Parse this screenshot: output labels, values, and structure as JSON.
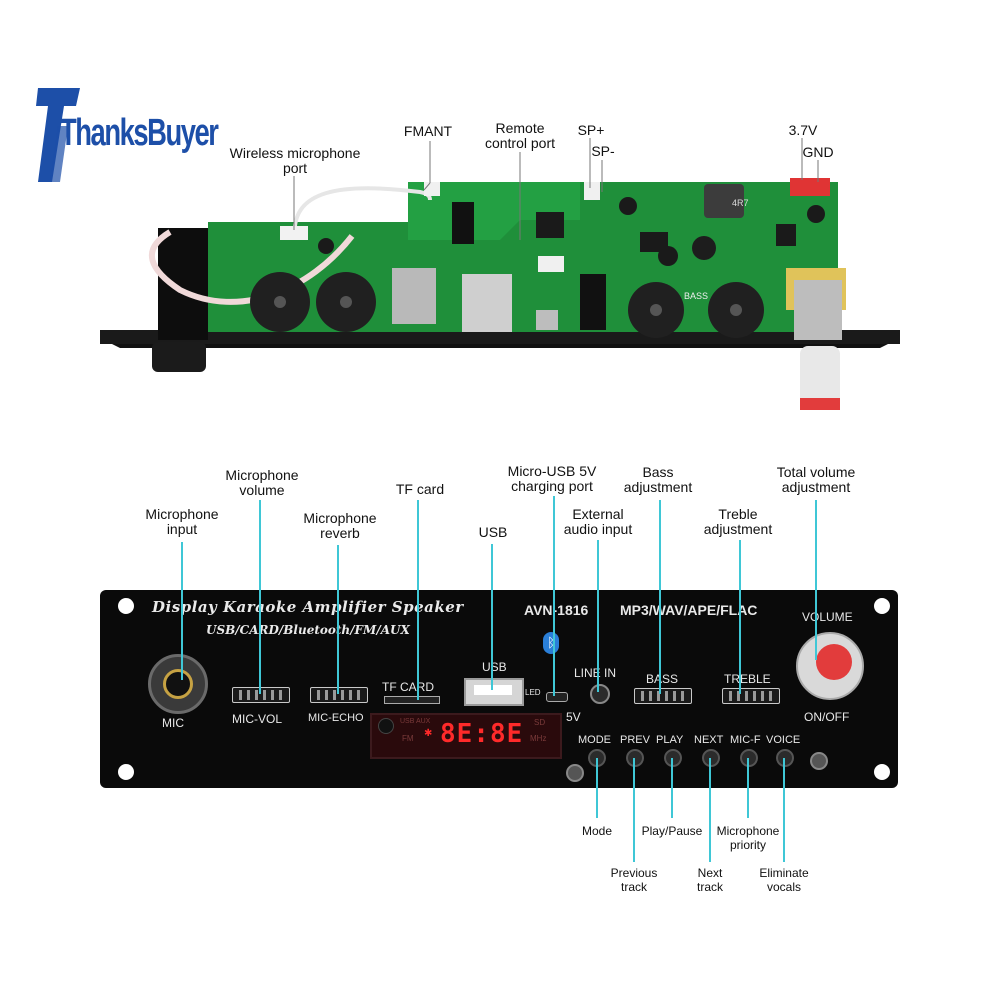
{
  "brand": {
    "logo_text": "ThanksBuyer",
    "logo_color": "#1d4fa8"
  },
  "top_board_labels": {
    "wireless_mic": "Wireless microphone\nport",
    "fmant": "FMANT",
    "remote": "Remote\ncontrol port",
    "sp_plus": "SP+",
    "sp_minus": "SP-",
    "v37": "3.7V",
    "gnd": "GND",
    "bass_silk": "BASS",
    "chip_silk": "4R7"
  },
  "callouts_top": {
    "mic_input": "Microphone\ninput",
    "mic_volume": "Microphone\nvolume",
    "mic_reverb": "Microphone\nreverb",
    "tf_card": "TF card",
    "usb": "USB",
    "micro_usb": "Micro-USB 5V\ncharging port",
    "ext_audio": "External\naudio input",
    "bass_adj": "Bass\nadjustment",
    "treble_adj": "Treble\nadjustment",
    "total_volume": "Total volume\nadjustment"
  },
  "callouts_bottom": {
    "mode": "Mode",
    "previous": "Previous\ntrack",
    "play_pause": "Play/Pause",
    "next": "Next\ntrack",
    "mic_priority": "Microphone\npriority",
    "eliminate": "Eliminate\nvocals"
  },
  "panel": {
    "title": "Display Karaoke Amplifier Speaker",
    "subtitle": "USB/CARD/Bluetooth/FM/AUX",
    "model": "AVN-1816",
    "formats": "MP3/WAV/APE/FLAC",
    "volume": "VOLUME",
    "on_off": "ON/OFF",
    "mic": "MIC",
    "mic_vol": "MIC-VOL",
    "mic_echo": "MIC-ECHO",
    "tf_card": "TF CARD",
    "usb": "USB",
    "led": "LED",
    "line_in": "LINE IN",
    "five_v": "5V",
    "bass": "BASS",
    "treble": "TREBLE",
    "buttons": [
      "MODE",
      "PREV",
      "PLAY",
      "NEXT",
      "MIC-F",
      "VOICE"
    ],
    "lcd_digits": "8E:8E",
    "lcd_top_labels": "USB  AUX",
    "lcd_fm": "FM",
    "lcd_sd": "SD",
    "lcd_mhz": "MHz"
  },
  "colors": {
    "callout_line": "#3fc7d6",
    "pcb": "#1f8f3a",
    "panel": "#0a0a0a",
    "knob": "#e23c3c",
    "lcd": "#ff2a2a"
  }
}
